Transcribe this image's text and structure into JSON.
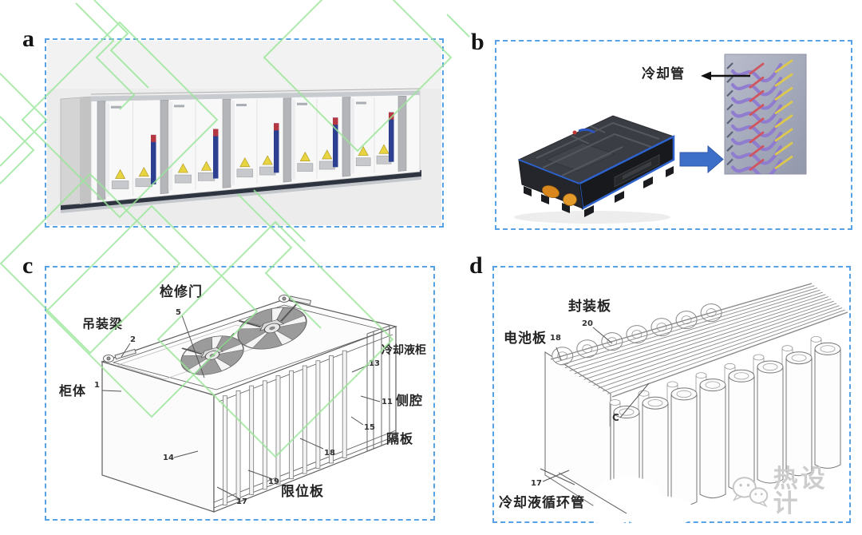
{
  "colors": {
    "panel_border_blue": "#57a2e4",
    "trace_green": "#99e699",
    "pack_trim_blue": "#2e62cc",
    "arrow_blue": "#3e6fc8",
    "warning_yellow": "#e8d441",
    "watermark_gray": "#cdcdcd"
  },
  "panels": {
    "a": {
      "letter": "a"
    },
    "b": {
      "letter": "b",
      "labels": {
        "cooling_tube": "冷却管"
      }
    },
    "c": {
      "letter": "c",
      "labels": {
        "access_door": "检修门",
        "access_door_num": "5",
        "lifting_beam": "吊装梁",
        "lifting_beam_num": "2",
        "cabinet_body": "柜体",
        "cabinet_body_num": "1",
        "coolant_cabinet": "冷却液柜",
        "coolant_cabinet_num": "13",
        "side_chamber": "侧腔",
        "side_chamber_num": "11",
        "partition": "隔板",
        "partition_num": "15",
        "limit_plate": "限位板",
        "num_14": "14",
        "num_17": "17",
        "num_19": "19",
        "num_18": "18"
      }
    },
    "d": {
      "letter": "d",
      "labels": {
        "package_plate": "封装板",
        "package_plate_num": "20",
        "battery_plate": "电池板",
        "battery_plate_num": "18",
        "section_mark": "C",
        "num_17": "17",
        "coolant_circulation_pipe": "冷却液循环管"
      }
    }
  },
  "watermark": {
    "brand": "热设计"
  }
}
